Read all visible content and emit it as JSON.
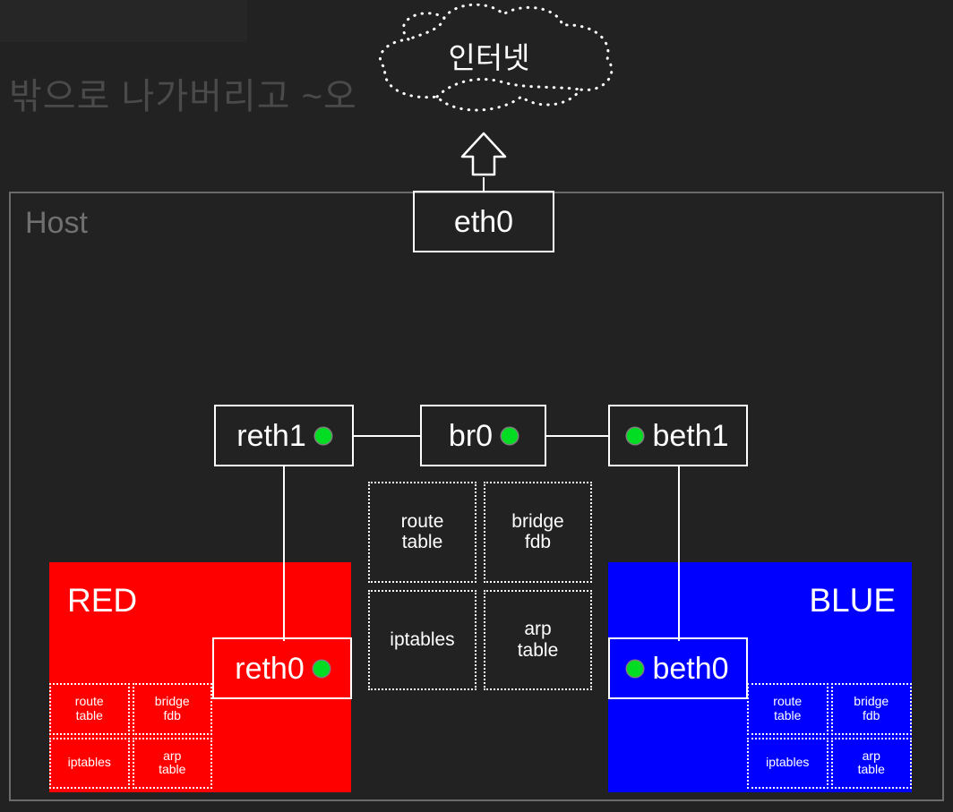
{
  "meta": {
    "background_color": "#222222",
    "accent_green": "#00dd22",
    "red_namespace_color": "#ff0000",
    "blue_namespace_color": "#0000ff",
    "line_color": "#ffffff",
    "host_border_color": "#6b6b6b"
  },
  "caption": {
    "dim_text": "밖으로 나가버리고 ~오"
  },
  "cloud": {
    "label": "인터넷"
  },
  "arrow": {
    "direction": "up"
  },
  "host": {
    "label": "Host",
    "interfaces": {
      "eth0": "eth0",
      "reth1": "reth1",
      "br0": "br0",
      "beth1": "beth1"
    },
    "tables": [
      {
        "label": "route\ntable"
      },
      {
        "label": "bridge\nfdb"
      },
      {
        "label": "iptables"
      },
      {
        "label": "arp\ntable"
      }
    ]
  },
  "namespaces": [
    {
      "id": "red",
      "label": "RED",
      "color": "#ff0000",
      "interface": "reth0",
      "tables": [
        {
          "label": "route\ntable"
        },
        {
          "label": "bridge\nfdb"
        },
        {
          "label": "iptables"
        },
        {
          "label": "arp\ntable"
        }
      ]
    },
    {
      "id": "blue",
      "label": "BLUE",
      "color": "#0000ff",
      "interface": "beth0",
      "tables": [
        {
          "label": "route\ntable"
        },
        {
          "label": "bridge\nfdb"
        },
        {
          "label": "iptables"
        },
        {
          "label": "arp\ntable"
        }
      ]
    }
  ]
}
